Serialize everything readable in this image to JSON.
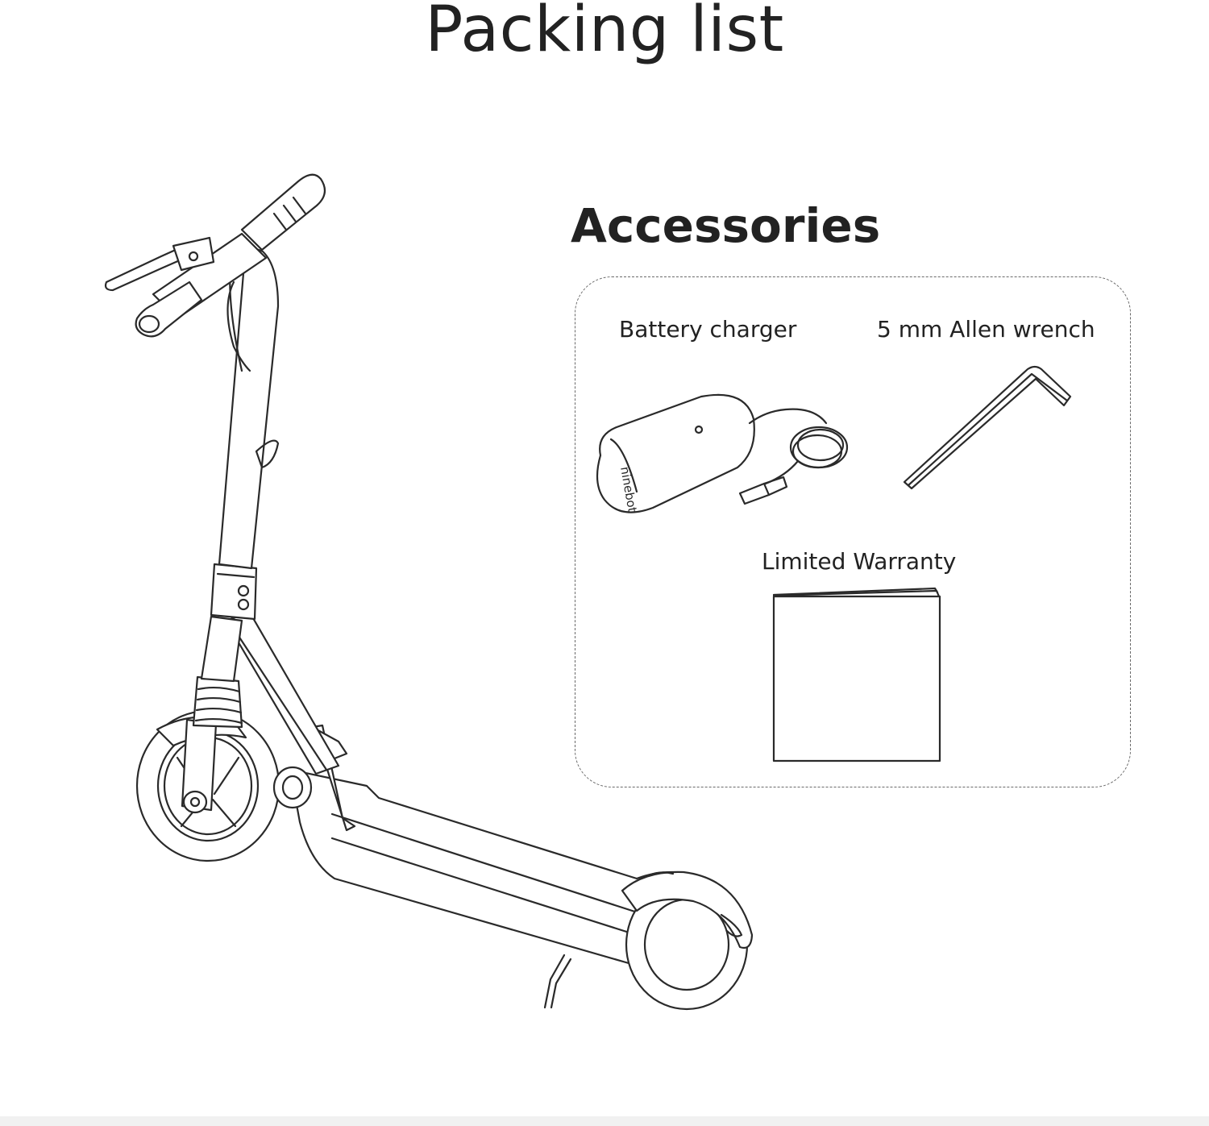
{
  "title": "Packing list",
  "accessories": {
    "heading": "Accessories",
    "items": [
      {
        "label": "Battery charger"
      },
      {
        "label": "5 mm Allen wrench"
      },
      {
        "label": "Limited Warranty"
      }
    ]
  },
  "charger_brand": "ninebot"
}
